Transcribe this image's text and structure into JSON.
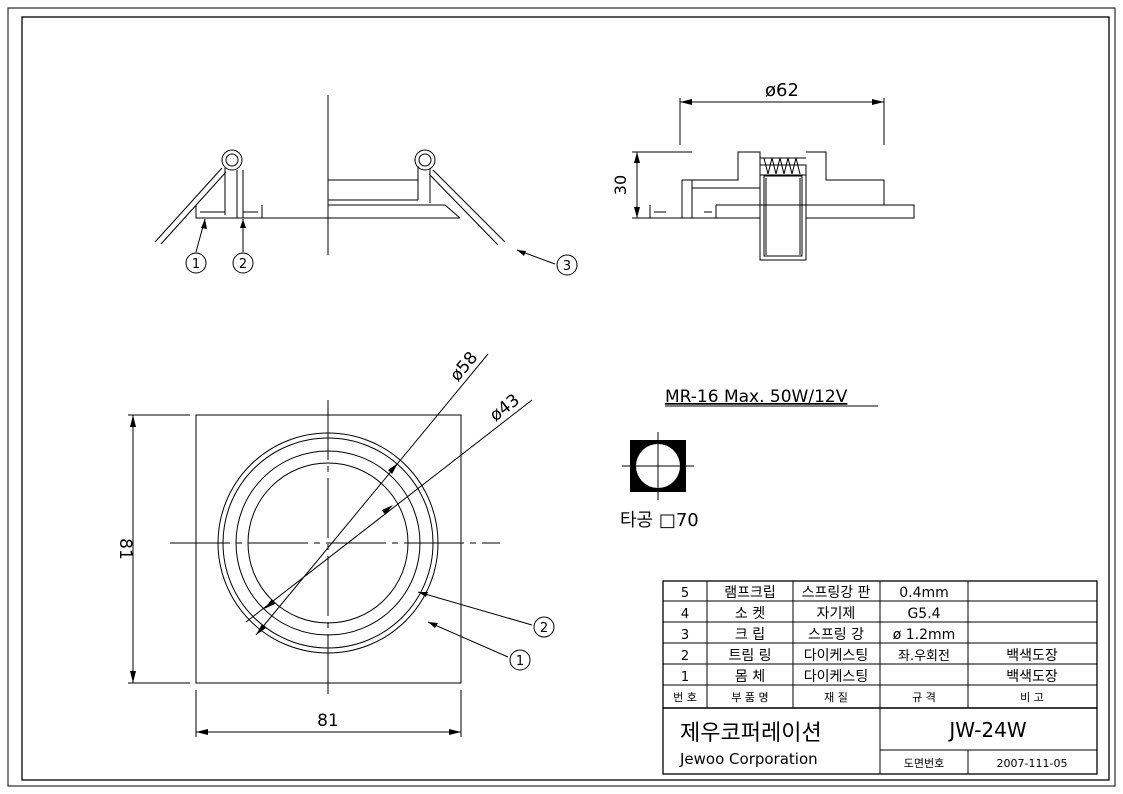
{
  "note": "MR-16 Max. 50W/12V",
  "cutout": {
    "label": "타공 □70"
  },
  "dimensions": {
    "dia62": "ø62",
    "h30": "30",
    "dia58": "ø58",
    "dia43": "ø43",
    "w81": "81",
    "h81": "81"
  },
  "callouts": {
    "top": [
      "1",
      "2",
      "3"
    ],
    "bottom": [
      "2",
      "1"
    ]
  },
  "parts_table": {
    "rows": [
      {
        "no": "5",
        "name": "램프크립",
        "material": "스프링강 판",
        "spec": "0.4mm",
        "remark": ""
      },
      {
        "no": "4",
        "name": "소 켓",
        "material": "자기제",
        "spec": "G5.4",
        "remark": ""
      },
      {
        "no": "3",
        "name": "크 립",
        "material": "스프링 강",
        "spec": "ø 1.2mm",
        "remark": ""
      },
      {
        "no": "2",
        "name": "트림 링",
        "material": "다이케스팅",
        "spec": "좌.우회전",
        "remark": "백색도장"
      },
      {
        "no": "1",
        "name": "몸 체",
        "material": "다이케스팅",
        "spec": "",
        "remark": "백색도장"
      }
    ],
    "header": {
      "no": "번 호",
      "name": "부 품 명",
      "material": "재 질",
      "spec": "규 격",
      "remark": "비 고"
    }
  },
  "title_block": {
    "company_kr": "제우코퍼레이션",
    "company_en": "Jewoo Corporation",
    "model": "JW-24W",
    "drawing_no_label": "도면번호",
    "drawing_no": "2007-111-05"
  }
}
